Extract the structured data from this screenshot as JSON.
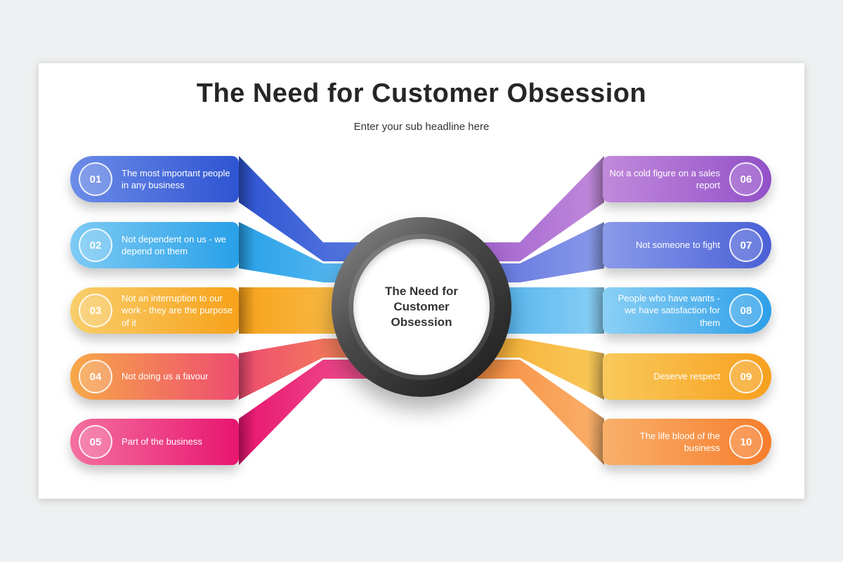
{
  "page": {
    "background_color": "#eef0f1"
  },
  "slide": {
    "title": "The Need for Customer Obsession",
    "subtitle": "Enter your sub headline here",
    "center_label": "The Need for Customer Obsession",
    "center_ring_color": "#3a3a3a"
  },
  "items_left": [
    {
      "number": "01",
      "text": "The most important people in any business",
      "colors": {
        "from": "#6C8CE8",
        "to": "#2E54D1"
      }
    },
    {
      "number": "02",
      "text": "Not dependent on us - we depend on them",
      "colors": {
        "from": "#7ECBF4",
        "to": "#28A0E8"
      }
    },
    {
      "number": "03",
      "text": "Not an interruption to our work - they are the purpose of it",
      "colors": {
        "from": "#F8CE6B",
        "to": "#F7A21B"
      }
    },
    {
      "number": "04",
      "text": "Not doing us a favour",
      "colors": {
        "from": "#F7A948",
        "to": "#EE4B70"
      }
    },
    {
      "number": "05",
      "text": "Part of the business",
      "colors": {
        "from": "#F4709F",
        "to": "#E8156F"
      }
    }
  ],
  "items_right": [
    {
      "number": "06",
      "text": "Not a cold figure on a sales report",
      "colors": {
        "from": "#C18ADB",
        "to": "#9250C8"
      }
    },
    {
      "number": "07",
      "text": "Not someone to fight",
      "colors": {
        "from": "#8A9BEA",
        "to": "#4A5FD6"
      }
    },
    {
      "number": "08",
      "text": "People who have wants - we have satisfaction for them",
      "colors": {
        "from": "#8AD0F5",
        "to": "#2E9FE8"
      }
    },
    {
      "number": "09",
      "text": "Deserve respect",
      "colors": {
        "from": "#F8C95B",
        "to": "#F7A01E"
      }
    },
    {
      "number": "10",
      "text": "The life blood of the business",
      "colors": {
        "from": "#F9B06B",
        "to": "#F67D2C"
      }
    }
  ]
}
